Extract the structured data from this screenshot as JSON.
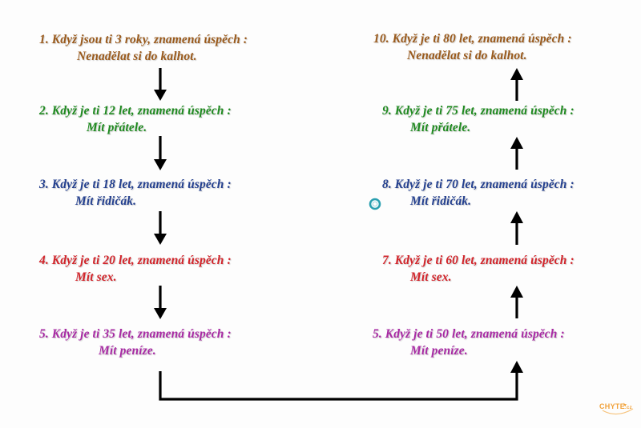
{
  "colors": {
    "brown": "#9a5a1c",
    "green": "#1f8a20",
    "blue": "#24408f",
    "red": "#d2242a",
    "magenta": "#a82aa4",
    "arrow": "#000000",
    "logo": "#f1a23a"
  },
  "left_steps": [
    {
      "q": "1. Když jsou ti 3 roky, znamená úspěch :",
      "a": "Nenadělat si do kalhot."
    },
    {
      "q": "2. Když je ti 12 let, znamená úspěch :",
      "a": "Mít přátele."
    },
    {
      "q": "3. Když je ti 18 let, znamená úspěch :",
      "a": "Mít řidičák."
    },
    {
      "q": "4. Když je ti 20 let, znamená úspěch :",
      "a": "Mít sex."
    },
    {
      "q": "5. Když je ti 35 let, znamená úspěch :",
      "a": "Mít peníze."
    }
  ],
  "right_steps": [
    {
      "q": "10. Když je ti 80 let, znamená úspěch :",
      "a": "Nenadělat si do kalhot."
    },
    {
      "q": "9. Když je ti 75 let, znamená úspěch :",
      "a": "Mít přátele."
    },
    {
      "q": "8. Když je ti 70 let, znamená úspěch :",
      "a": "Mít řidičák."
    },
    {
      "q": "7. Když je ti 60 let, znamená úspěch :",
      "a": "Mít sex."
    },
    {
      "q": "5. Když je ti 50 let, znamená úspěch :",
      "a": "Mít peníze."
    }
  ],
  "logo": {
    "name": "CHYTE",
    "tld": ".cz",
    "icon": "sparkle-icon"
  }
}
